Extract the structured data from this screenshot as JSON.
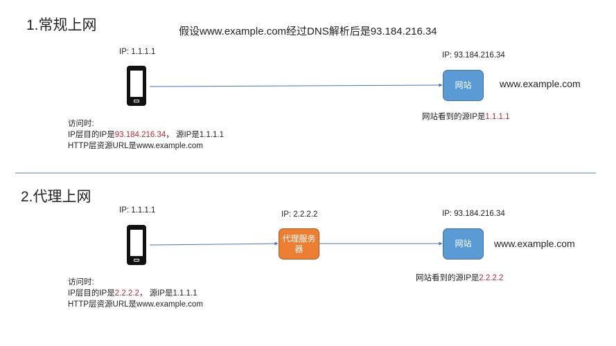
{
  "section1": {
    "title": "1.常规上网",
    "assumption": "假设www.example.com经过DNS解析后是93.184.216.34",
    "client_ip": "IP: 1.1.1.1",
    "server_ip": "IP: 93.184.216.34",
    "server_label": "网站",
    "domain": "www.example.com",
    "seen_prefix": "网站看到的源IP是",
    "seen_ip": "1.1.1.1",
    "note_heading": "访问时:",
    "note_ip_prefix": "IP层目的IP是",
    "note_ip_dest": "93.184.216.34",
    "note_ip_suffix": "， 源IP是1.1.1.1",
    "note_http": "HTTP层资源URL是www.example.com"
  },
  "section2": {
    "title": "2.代理上网",
    "client_ip": "IP: 1.1.1.1",
    "proxy_ip": "IP: 2.2.2.2",
    "proxy_label": "代理服务器",
    "server_ip": "IP: 93.184.216.34",
    "server_label": "网站",
    "domain": "www.example.com",
    "seen_prefix": "网站看到的源IP是",
    "seen_ip": "2.2.2.2",
    "note_heading": "访问时:",
    "note_ip_prefix": "IP层目的IP是",
    "note_ip_dest": "2.2.2.2",
    "note_ip_suffix": "， 源IP是1.1.1.1",
    "note_http": "HTTP层资源URL是www.example.com"
  },
  "colors": {
    "site_node": "#5b9bd5",
    "proxy_node": "#ed7d31",
    "arrow": "#4472c4",
    "divider": "#5b7fb0",
    "highlight": "#c0272d"
  }
}
